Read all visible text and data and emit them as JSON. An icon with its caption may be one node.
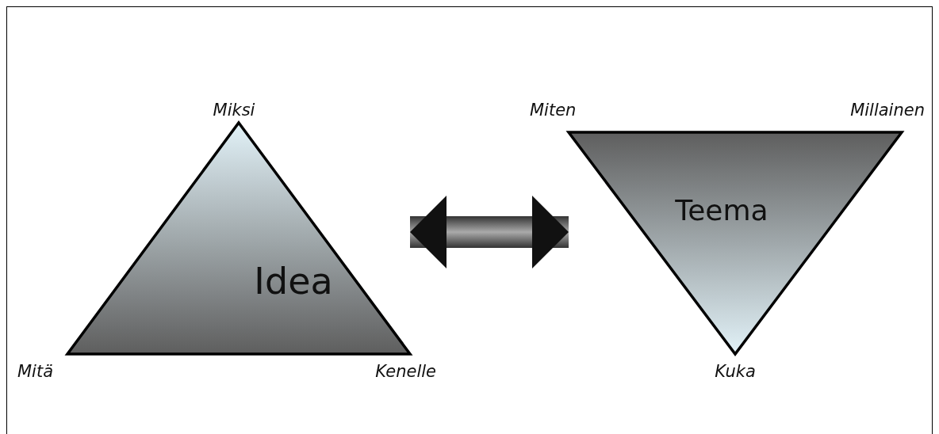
{
  "diagram": {
    "nodes": [
      {
        "text": [
          "Idea"
        ],
        "beside": [
          "Miksi",
          "Mitä",
          "Kenelle"
        ]
      },
      {
        "text": [
          "Teema"
        ],
        "beside": [
          "Miten",
          "Millainen",
          "Kuka"
        ]
      }
    ],
    "edges": [
      {
        "from": 0,
        "to": 1,
        "arrow": "both",
        "style": "thick"
      }
    ]
  }
}
